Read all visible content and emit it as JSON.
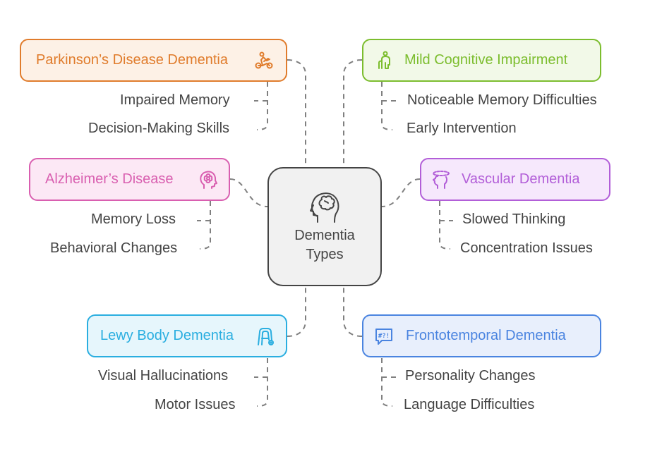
{
  "center": {
    "title_line1": "Dementia",
    "title_line2": "Types",
    "icon": "brain-head-icon"
  },
  "branches": [
    {
      "id": "parkinsons",
      "label": "Parkinson’s Disease Dementia",
      "icon": "cyclist-icon",
      "color": "#e07c2c",
      "fill": "#fdf1e6",
      "items": [
        "Impaired Memory",
        "Decision-Making Skills"
      ]
    },
    {
      "id": "mci",
      "label": "Mild Cognitive Impairment",
      "icon": "elderly-person-cane-icon",
      "color": "#7cbd2e",
      "fill": "#f2f9e8",
      "items": [
        "Noticeable Memory Difficulties",
        "Early Intervention"
      ]
    },
    {
      "id": "alzheimers",
      "label": "Alzheimer’s Disease",
      "icon": "flower-head-icon",
      "color": "#d95fb0",
      "fill": "#fce8f5",
      "items": [
        "Memory Loss",
        "Behavioral Changes"
      ]
    },
    {
      "id": "vascular",
      "label": "Vascular Dementia",
      "icon": "dizzy-head-icon",
      "color": "#b25ed8",
      "fill": "#f6e8fc",
      "items": [
        "Slowed Thinking",
        "Concentration Issues"
      ]
    },
    {
      "id": "lewy",
      "label": "Lewy Body Dementia",
      "icon": "walker-icon",
      "color": "#2aaee0",
      "fill": "#e6f6fc",
      "items": [
        "Visual Hallucinations",
        "Motor Issues"
      ]
    },
    {
      "id": "frontotemporal",
      "label": "Frontotemporal Dementia",
      "icon": "speech-bubble-symbols-icon",
      "color": "#4a84e0",
      "fill": "#e8effc",
      "items": [
        "Personality Changes",
        "Language Difficulties"
      ]
    }
  ],
  "connector_color": "#808080"
}
